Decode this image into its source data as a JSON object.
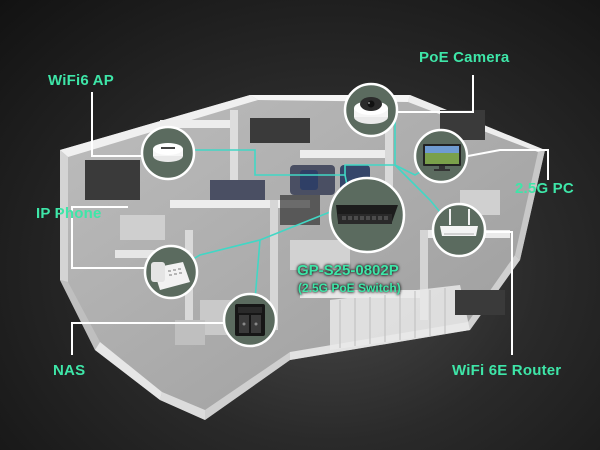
{
  "labels": {
    "wifi6_ap": "WiFi6 AP",
    "poe_camera": "PoE Camera",
    "pc_25g": "2.5G PC",
    "ip_phone": "IP Phone",
    "nas": "NAS",
    "router": "WiFi 6E Router",
    "switch_model": "GP-S25-0802P",
    "switch_desc": "(2.5G PoE Switch)"
  },
  "colors": {
    "accent": "#3ee6a8",
    "connector_line": "#ffffff",
    "network_cable": "#41d7c5",
    "device_circle_fill": "#5b6b5f",
    "device_circle_border": "#ffffff"
  },
  "icons": [
    "ceiling-ap-icon",
    "dome-camera-icon",
    "monitor-icon",
    "router-icon",
    "poe-switch-icon",
    "desk-phone-icon",
    "nas-icon"
  ]
}
